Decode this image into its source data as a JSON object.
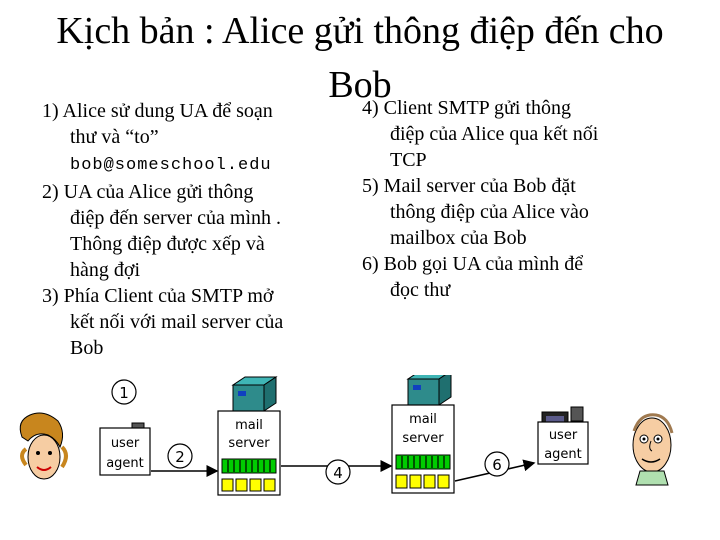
{
  "title": "Kịch bản : Alice gửi thông điệp đến cho Bob",
  "steps_left": {
    "s1_a": "1) Alice sử dung UA để soạn",
    "s1_b": "thư và “to”",
    "s1_c": "bob@someschool.edu",
    "s2_a": "2) UA của Alice gửi thông",
    "s2_b": "điệp đến server của mình .",
    "s2_c": "Thông điệp được xếp và",
    "s2_d": "hàng đợi",
    "s3_a": "3) Phía Client của SMTP mở",
    "s3_b": "kết nối với mail server của",
    "s3_c": "Bob"
  },
  "steps_right": {
    "s4_a": "4) Client SMTP gửi thông",
    "s4_b": "điệp của Alice qua kết nối",
    "s4_c": "TCP",
    "s5_a": "5) Mail server của Bob đặt",
    "s5_b": "thông điệp của Alice vào",
    "s5_c": "mailbox của Bob",
    "s6_a": "6) Bob gọi UA của mình để",
    "s6_b": "đọc thư"
  },
  "diagram": {
    "ua_left_l1": "user",
    "ua_left_l2": "agent",
    "ms_left_l1": "mail",
    "ms_left_l2": "server",
    "ms_right_l1": "mail",
    "ms_right_l2": "server",
    "ua_right_l1": "user",
    "ua_right_l2": "agent",
    "n1": "1",
    "n2": "2",
    "n4": "4",
    "n6": "6"
  },
  "colors": {
    "server_body": "#2e8b8b",
    "server_top": "#3fb5b5",
    "queue_green": "#00cc00",
    "mailbox_yellow": "#ffff00",
    "skin": "#f6cda3"
  }
}
